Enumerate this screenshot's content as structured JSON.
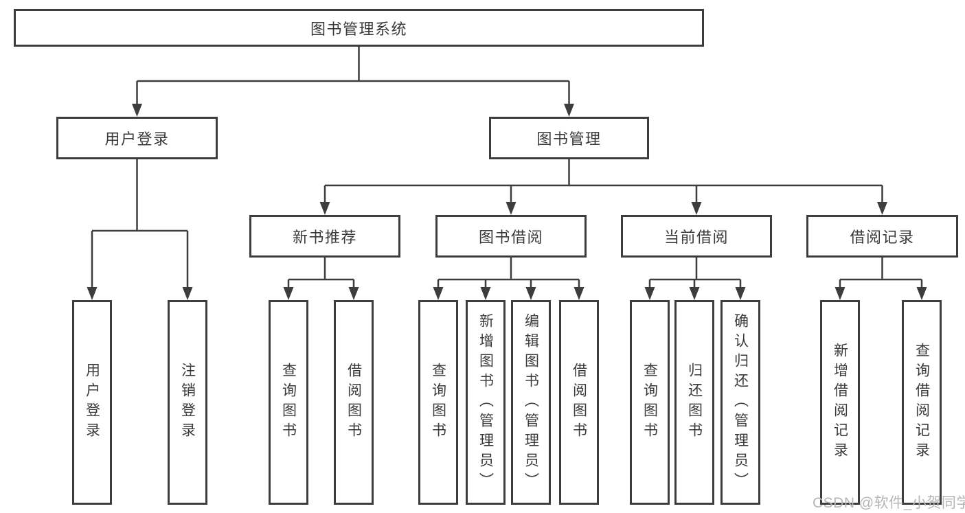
{
  "diagram": {
    "root": {
      "label": "图书管理系统"
    },
    "level2": {
      "user": {
        "label": "用户登录"
      },
      "book": {
        "label": "图书管理"
      }
    },
    "level3": {
      "recommend": {
        "label": "新书推荐"
      },
      "borrow": {
        "label": "图书借阅"
      },
      "current": {
        "label": "当前借阅"
      },
      "record": {
        "label": "借阅记录"
      }
    },
    "leaves": {
      "user": [
        "用户登录",
        "注销登录"
      ],
      "recommend": [
        "查询图书",
        "借阅图书"
      ],
      "borrow": [
        "查询图书",
        "新增图书（管理员）",
        "编辑图书（管理员）",
        "借阅图书"
      ],
      "current": [
        "查询图书",
        "归还图书",
        "确认归还（管理员）"
      ],
      "record": [
        "新增借阅记录",
        "查询借阅记录"
      ]
    }
  },
  "watermark": "CSDN @软件_小贺同学",
  "colors": {
    "line": "#3d3d3d",
    "text": "#3a3a3a",
    "watermark": "#b5b5b5",
    "background": "#ffffff"
  }
}
